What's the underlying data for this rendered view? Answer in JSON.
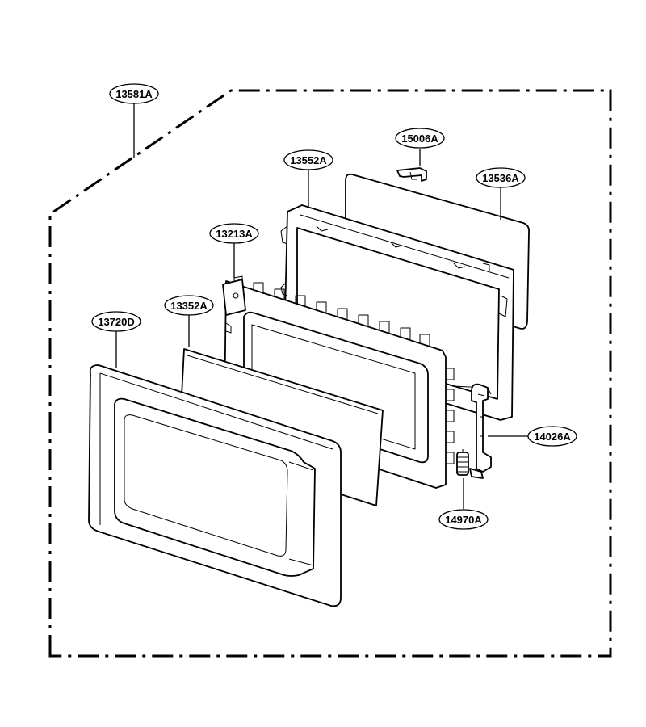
{
  "diagram": {
    "part_labels": {
      "assembly": "13581A",
      "bracket_top": "15006A",
      "door_frame": "13552A",
      "glass_panel": "13536A",
      "door_inner": "13213A",
      "choke_cover": "13352A",
      "door_outer": "13720D",
      "hinge_link": "14026A",
      "spring": "14970A"
    }
  }
}
